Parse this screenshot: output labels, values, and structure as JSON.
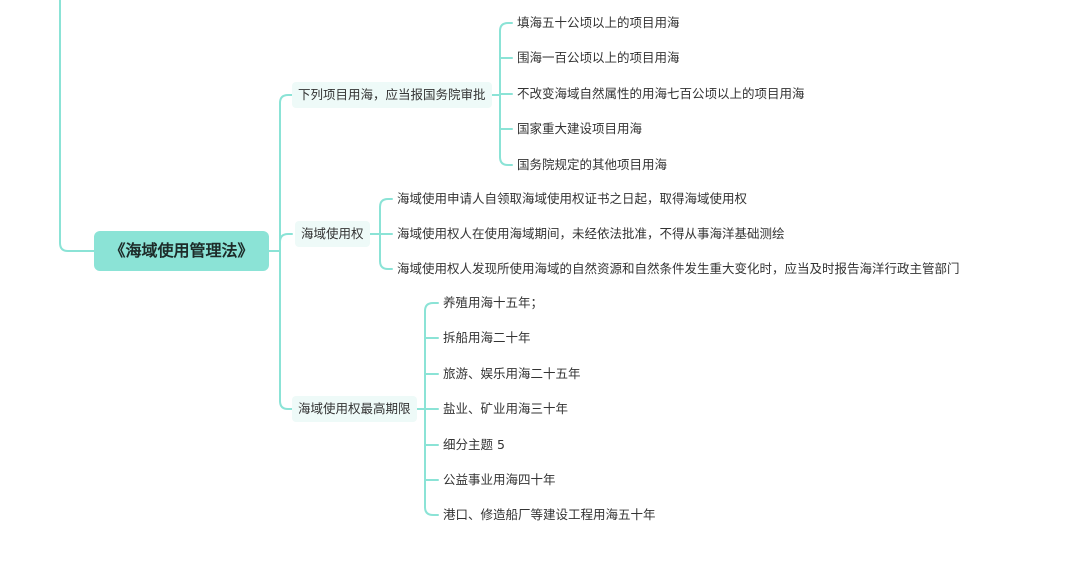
{
  "mindmap": {
    "root": {
      "label": "《海域使用管理法》"
    },
    "branches": [
      {
        "label": "下列项目用海，应当报国务院审批",
        "children": [
          "填海五十公顷以上的项目用海",
          "围海一百公顷以上的项目用海",
          "不改变海域自然属性的用海七百公顷以上的项目用海",
          "国家重大建设项目用海",
          "国务院规定的其他项目用海"
        ]
      },
      {
        "label": "海域使用权",
        "children": [
          "海域使用申请人自领取海域使用权证书之日起，取得海域使用权",
          "海域使用权人在使用海域期间，未经依法批准，不得从事海洋基础测绘",
          "海域使用权人发现所使用海域的自然资源和自然条件发生重大变化时，应当及时报告海洋行政主管部门"
        ]
      },
      {
        "label": "海域使用权最高期限",
        "children": [
          "养殖用海十五年；",
          "拆船用海二十年",
          "旅游、娱乐用海二十五年",
          "盐业、矿业用海三十年",
          "细分主题 5",
          "公益事业用海四十年",
          "港口、修造船厂等建设工程用海五十年"
        ]
      }
    ],
    "colors": {
      "root_fill": "#8be3d6",
      "branch_fill": "#eefaf8",
      "connector": "#8be3d6",
      "text": "#333333"
    }
  }
}
